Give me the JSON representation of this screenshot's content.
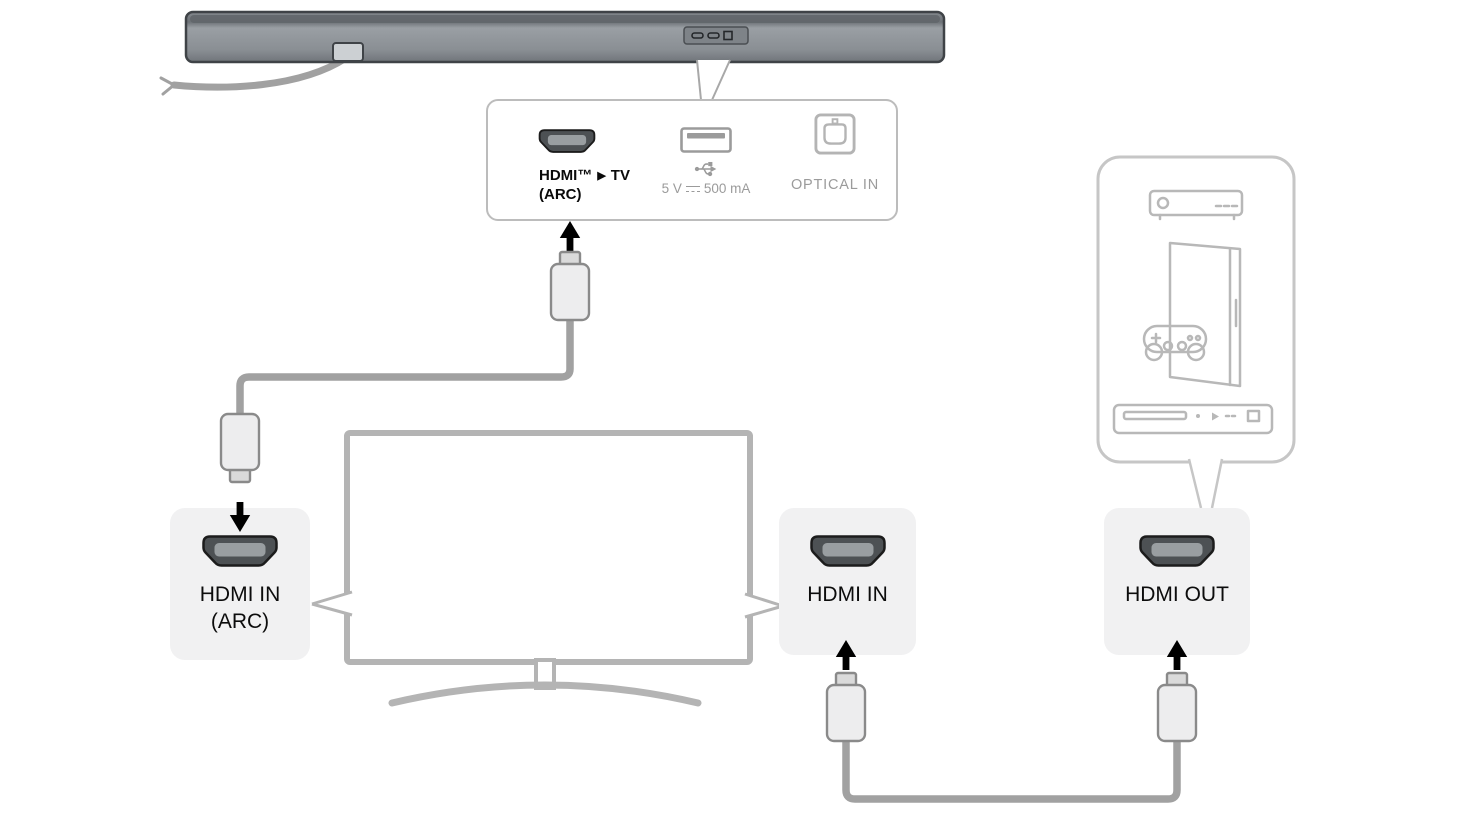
{
  "diagram": {
    "soundbar_panel": {
      "hdmi": {
        "label_prefix": "HDMI™",
        "label_arrow": "▶",
        "label_suffix": "TV",
        "label_line2": "(ARC)"
      },
      "usb": {
        "rating_prefix": "5 V",
        "rating_suffix": "500 mA"
      },
      "optical": {
        "label": "OPTICAL IN"
      }
    },
    "ports": {
      "tv_arc": {
        "line1": "HDMI IN",
        "line2": "(ARC)"
      },
      "tv_in": {
        "line1": "HDMI IN"
      },
      "device_out": {
        "line1": "HDMI OUT"
      }
    },
    "colors": {
      "soundbar_body": "#8d9297",
      "cable": "#a1a1a1",
      "port_box_fill": "#f1f1f2",
      "hdmi_port_dark": "#4d5154",
      "muted_label": "#9b9b9b",
      "arrow": "#000000"
    }
  }
}
